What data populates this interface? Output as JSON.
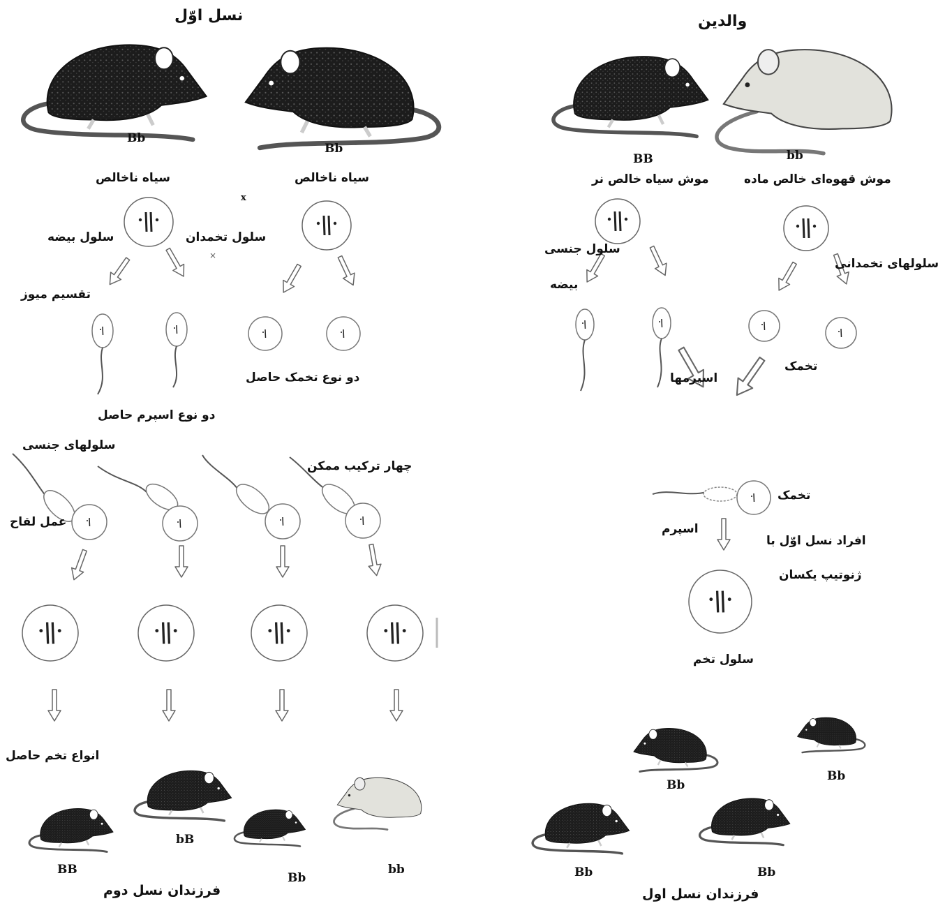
{
  "parents": {
    "title": "والدین",
    "black_genotype": "BB",
    "brown_genotype": "bb",
    "black_label": "موش سیاه خالص نر",
    "brown_label": "موش قهوه‌ای خالص ماده",
    "sex_cell": "سلول جنسی",
    "egg": "بیضه",
    "ovary_cells": "سلولهای تخمدانی",
    "sperms": "اسپرمها",
    "ovum": "تخمک",
    "ovum2": "تخمک",
    "sperm": "اسپرم",
    "f1_note_line1": "افراد نسل اوّل با",
    "f1_note_line2": "ژنوتیپ یکسان",
    "zygote": "سلول تخم",
    "offspring_title": "فرزندان نسل اول",
    "offspring_genotypes": [
      "Bb",
      "Bb",
      "Bb",
      "Bb"
    ]
  },
  "f1": {
    "title": "نسل اوّل",
    "genotype_left": "Bb",
    "genotype_right": "Bb",
    "impure_left": "سیاه ناخالص",
    "impure_right": "سیاه ناخالص",
    "cross_mark": "x",
    "egg_cell": "سلول بیضه",
    "ovary_cell": "سلول تخمدان",
    "meiosis": "تقسیم میوز",
    "two_ova": "دو نوع تخمک حاصل",
    "two_sperms": "دو نوع اسپرم حاصل"
  },
  "f2": {
    "sex_cells": "سلولهای جنسی",
    "four_combos": "چهار ترکیب ممکن",
    "fertilization": "عمل لقاح",
    "zygote_types": "انواع تخم حاصل",
    "offspring_title": "فرزندان نسل دوم",
    "offspring_genotypes": [
      "BB",
      "bB",
      "Bb",
      "bb"
    ]
  },
  "colors": {
    "ink": "#111111",
    "outline": "#555555",
    "brown_mouse": "#e2e2dc",
    "black_mouse": "#1c1c1c"
  }
}
